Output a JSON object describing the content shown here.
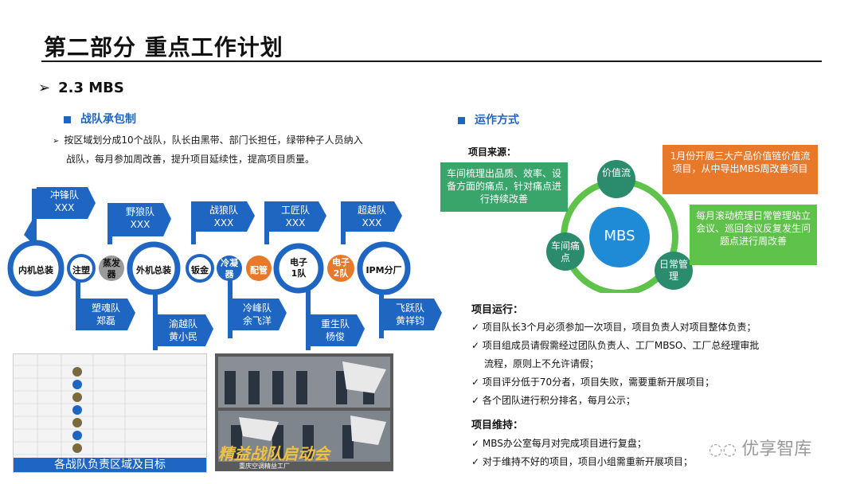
{
  "header": {
    "title": "第二部分  重点工作计划",
    "section": "2.3 MBS"
  },
  "left": {
    "subtitle": "战队承包制",
    "desc_line1": "按区域划分成10个战队，队长由黑带、部门长担任，绿带种子人员纳入",
    "desc_line2": "战队，每月参加周改善，提升项目延续性，提高项目质量。",
    "top_flags": [
      {
        "name": "冲锋队",
        "leader": "XXX"
      },
      {
        "name": "野狼队",
        "leader": "XXX"
      },
      {
        "name": "战狼队",
        "leader": "XXX"
      },
      {
        "name": "工匠队",
        "leader": "XXX"
      },
      {
        "name": "超越队",
        "leader": "XXX"
      }
    ],
    "bottom_flags": [
      {
        "name": "塑魂队",
        "leader": "郑磊"
      },
      {
        "name": "渝越队",
        "leader": "黄小民"
      },
      {
        "name": "冷峰队",
        "leader": "余飞洋"
      },
      {
        "name": "重生队",
        "leader": "杨俊"
      },
      {
        "name": "飞跃队",
        "leader": "黄祥钧"
      }
    ],
    "nodes": {
      "n1": "内机总装",
      "n2": "注塑",
      "n3": "蒸发器",
      "n4": "外机总装",
      "n5": "钣金",
      "n6": "冷凝器",
      "n7": "配管",
      "n8": "电子1队",
      "n9": "电子2队",
      "n10": "IPM分厂"
    },
    "doc_caption": "各战队负责区域及目标",
    "photo_caption": "精益战队启动会",
    "photo_subcaption": "重庆空调精益工厂"
  },
  "right": {
    "subtitle": "运作方式",
    "source_label": "项目来源：",
    "cycle_center": "MBS",
    "cycle_nodes": {
      "value": "价值流",
      "daily": "日常管理",
      "workshop": "车间痛点"
    },
    "box_green": "车间梳理出品质、效率、设备方面的痛点，针对痛点进行持续改善",
    "box_orange": "1月份开展三大产品价值链价值流项目，从中导出MBS周改善项目",
    "box_lime": "每月滚动梳理日常管理站立会议、巡回会议反复发生问题点进行周改善",
    "run_title": "项目运行：",
    "run_items": [
      "项目队长3个月必须参加一次项目，项目负责人对项目整体负责；",
      "项目组成员请假需经过团队负责人、工厂MBSO、工厂总经理审批",
      "流程，原则上不允许请假；",
      "项目评分低于70分者，项目失败，需要重新开展项目；",
      "各个团队进行积分排名，每月公示；"
    ],
    "maint_title": "项目维持：",
    "maint_items": [
      "MBS办公室每月对完成项目进行复盘；",
      "对于维持不好的项目，项目小组需重新开展项目；"
    ]
  },
  "watermark": "优享智库",
  "colors": {
    "blue": "#1f66c2",
    "green": "#3aa56a",
    "orange": "#e8782a",
    "lime": "#5fc24a",
    "teal": "#2a8c6c"
  }
}
